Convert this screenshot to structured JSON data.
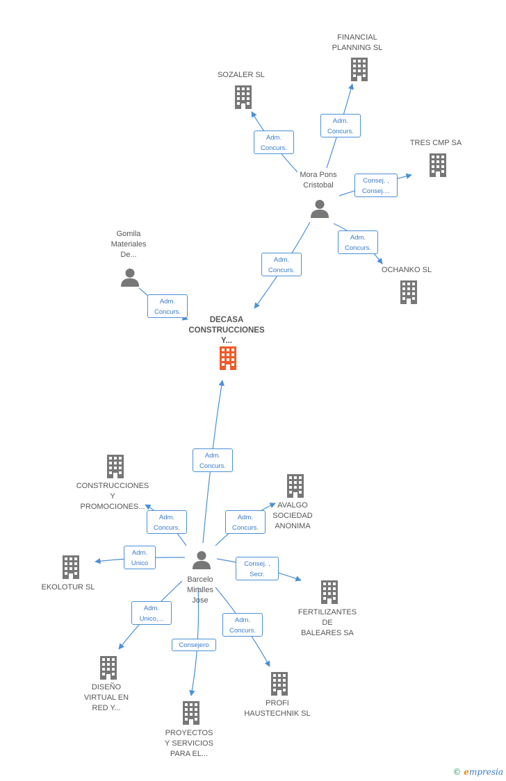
{
  "colors": {
    "edge": "#4a8fd8",
    "node": "#777777",
    "main": "#f05a28"
  },
  "nodes": [
    {
      "id": "decasa",
      "type": "company",
      "main": true,
      "label": [
        "DECASA",
        "CONSTRUCCIONES",
        "Y..."
      ]
    },
    {
      "id": "financial",
      "type": "company",
      "label": [
        "FINANCIAL",
        "PLANNING SL"
      ]
    },
    {
      "id": "sozaler",
      "type": "company",
      "label": [
        "SOZALER SL"
      ]
    },
    {
      "id": "trescmp",
      "type": "company",
      "label": [
        "TRES CMP SA"
      ]
    },
    {
      "id": "mora",
      "type": "person",
      "label": [
        "Mora Pons",
        "Cristobal"
      ]
    },
    {
      "id": "ochanko",
      "type": "company",
      "label": [
        "OCHANKO SL"
      ]
    },
    {
      "id": "gomila",
      "type": "person",
      "label": [
        "Gomila",
        "Materiales",
        "De..."
      ]
    },
    {
      "id": "barcelo",
      "type": "person",
      "label": [
        "Barcelo",
        "Miralles",
        "Jose"
      ]
    },
    {
      "id": "construcciones",
      "type": "company",
      "label": [
        "CONSTRUCCIONES",
        "Y",
        "PROMOCIONES..."
      ]
    },
    {
      "id": "avalgo",
      "type": "company",
      "label": [
        "AVALGO",
        "SOCIEDAD",
        "ANONIMA"
      ]
    },
    {
      "id": "ekolotur",
      "type": "company",
      "label": [
        "EKOLOTUR SL"
      ]
    },
    {
      "id": "fertilizantes",
      "type": "company",
      "label": [
        "FERTILIZANTES",
        "DE",
        "BALEARES SA"
      ]
    },
    {
      "id": "diseno",
      "type": "company",
      "label": [
        "DISEÑO",
        "VIRTUAL EN",
        "RED Y..."
      ]
    },
    {
      "id": "profi",
      "type": "company",
      "label": [
        "PROFI",
        "HAUSTECHNIK SL"
      ]
    },
    {
      "id": "proyectos",
      "type": "company",
      "label": [
        "PROYECTOS",
        "Y SERVICIOS",
        "PARA EL..."
      ]
    }
  ],
  "edges": [
    {
      "id": "mora-financial",
      "from": "mora",
      "to": "financial",
      "label": [
        "Adm.",
        "Concurs."
      ]
    },
    {
      "id": "mora-sozaler",
      "from": "mora",
      "to": "sozaler",
      "label": [
        "Adm.",
        "Concurs."
      ]
    },
    {
      "id": "mora-trescmp",
      "from": "mora",
      "to": "trescmp",
      "label": [
        "Consej. ,",
        "Consej...."
      ]
    },
    {
      "id": "mora-ochanko",
      "from": "mora",
      "to": "ochanko",
      "label": [
        "Adm.",
        "Concurs."
      ]
    },
    {
      "id": "mora-decasa",
      "from": "mora",
      "to": "decasa",
      "label": [
        "Adm.",
        "Concurs."
      ]
    },
    {
      "id": "gomila-decasa",
      "from": "gomila",
      "to": "decasa",
      "label": [
        "Adm.",
        "Concurs."
      ]
    },
    {
      "id": "barcelo-decasa",
      "from": "barcelo",
      "to": "decasa",
      "label": [
        "Adm.",
        "Concurs."
      ]
    },
    {
      "id": "barcelo-construcciones",
      "from": "barcelo",
      "to": "construcciones",
      "label": [
        "Adm.",
        "Concurs."
      ]
    },
    {
      "id": "barcelo-avalgo",
      "from": "barcelo",
      "to": "avalgo",
      "label": [
        "Adm.",
        "Concurs."
      ]
    },
    {
      "id": "barcelo-ekolotur",
      "from": "barcelo",
      "to": "ekolotur",
      "label": [
        "Adm.",
        "Unico"
      ]
    },
    {
      "id": "barcelo-fertilizantes",
      "from": "barcelo",
      "to": "fertilizantes",
      "label": [
        "Consej. ,",
        "Secr."
      ]
    },
    {
      "id": "barcelo-diseno",
      "from": "barcelo",
      "to": "diseno",
      "label": [
        "Adm.",
        "Unico,..."
      ]
    },
    {
      "id": "barcelo-proyectos",
      "from": "barcelo",
      "to": "proyectos",
      "label": [
        "Consejero"
      ]
    },
    {
      "id": "barcelo-profi",
      "from": "barcelo",
      "to": "profi",
      "label": [
        "Adm.",
        "Concurs."
      ]
    }
  ],
  "watermark": {
    "copyright": "©",
    "brand_initial": "e",
    "brand_rest": "mpresia"
  }
}
